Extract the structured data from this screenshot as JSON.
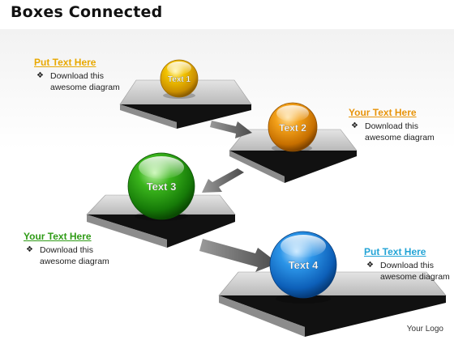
{
  "title": "Boxes Connected",
  "footer": {
    "logo": "Your Logo"
  },
  "steps": [
    {
      "label": "Text 1",
      "color": "#e0a800",
      "heading": "Put Text Here",
      "heading_color": "#e8a800",
      "bullet": "Download this awesome diagram"
    },
    {
      "label": "Text 2",
      "color": "#e88a00",
      "heading": "Your Text Here",
      "heading_color": "#e8940a",
      "bullet": "Download this awesome diagram"
    },
    {
      "label": "Text 3",
      "color": "#2c9a12",
      "heading": "Your Text Here",
      "heading_color": "#2f9b16",
      "bullet": "Download this awesome diagram"
    },
    {
      "label": "Text 4",
      "color": "#1e7fd6",
      "heading": "Put Text Here",
      "heading_color": "#23a4d6",
      "bullet": "Download this awesome diagram"
    }
  ]
}
